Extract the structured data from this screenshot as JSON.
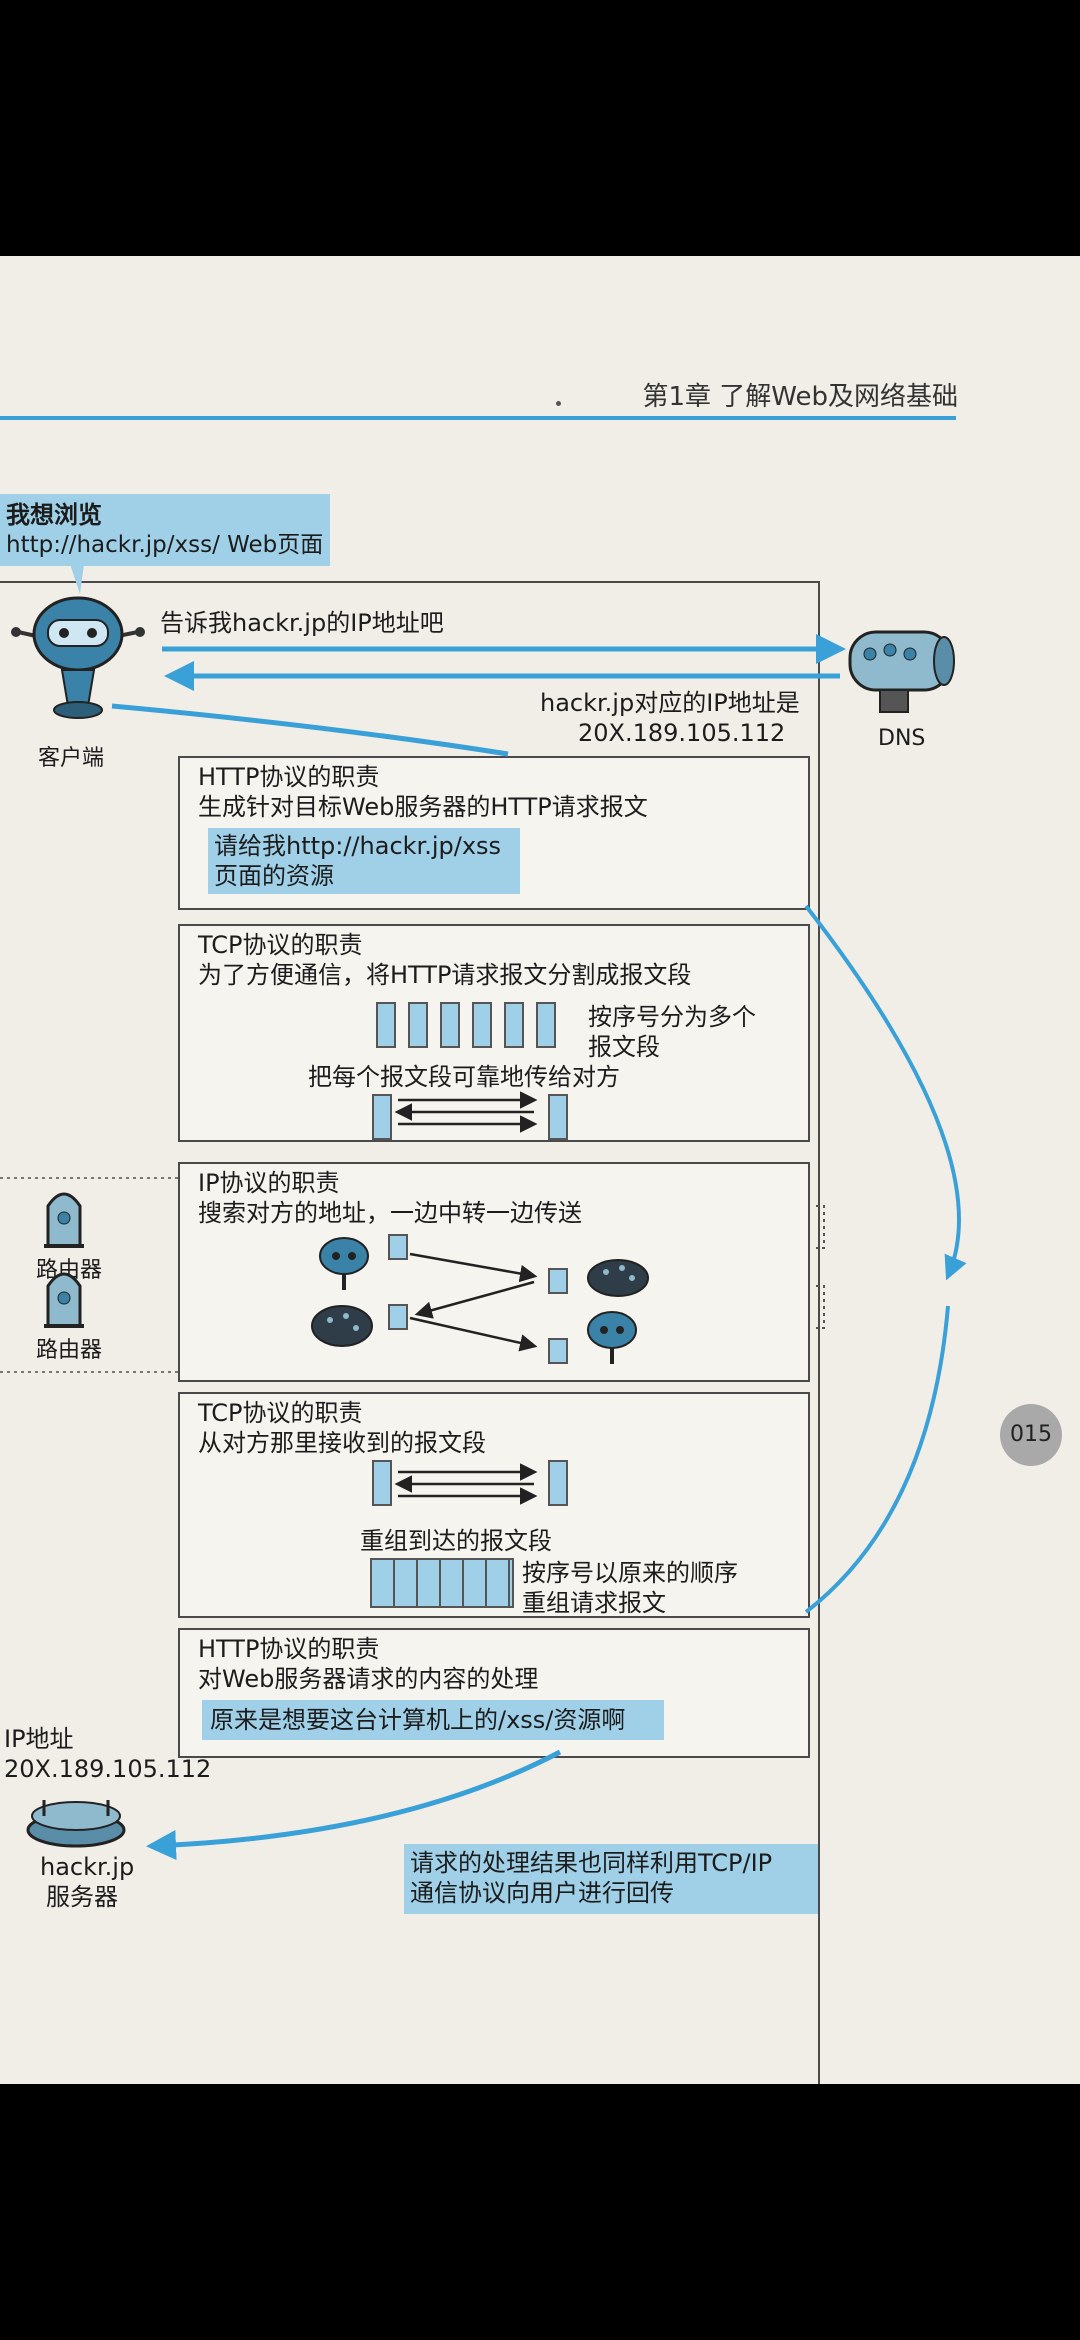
{
  "header": {
    "chapter": "第1章  了解Web及网络基础"
  },
  "page_number": "015",
  "client": {
    "speech_line1": "我想浏览",
    "speech_line2": "http://hackr.jp/xss/ Web页面",
    "label": "客户端"
  },
  "dns": {
    "request": "告诉我hackr.jp的IP地址吧",
    "response_line1": "hackr.jp对应的IP地址是",
    "response_line2": "20X.189.105.112",
    "label": "DNS"
  },
  "http_send": {
    "title": "HTTP协议的职责",
    "desc": "生成针对目标Web服务器的HTTP请求报文",
    "callout_line1": "请给我http://hackr.jp/xss",
    "callout_line2": "页面的资源"
  },
  "tcp_send": {
    "title": "TCP协议的职责",
    "desc": "为了方便通信，将HTTP请求报文分割成报文段",
    "note_line1": "按序号分为多个",
    "note_line2": "报文段",
    "note2": "把每个报文段可靠地传给对方"
  },
  "ip": {
    "title": "IP协议的职责",
    "desc": "搜索对方的地址，一边中转一边传送",
    "router1": "路由器",
    "router2": "路由器"
  },
  "tcp_recv": {
    "title": "TCP协议的职责",
    "desc": "从对方那里接收到的报文段",
    "note": "重组到达的报文段",
    "note2_line1": "按序号以原来的顺序",
    "note2_line2": "重组请求报文"
  },
  "http_recv": {
    "title": "HTTP协议的职责",
    "desc": "对Web服务器请求的内容的处理",
    "callout": "原来是想要这台计算机上的/xss/资源啊"
  },
  "server": {
    "ip_label": "IP地址",
    "ip_value": "20X.189.105.112",
    "label_line1": "hackr.jp",
    "label_line2": "服务器"
  },
  "return": {
    "line1": "请求的处理结果也同样利用TCP/IP",
    "line2": "通信协议向用户进行回传"
  },
  "colors": {
    "accent": "#3aa0d8",
    "callout": "#9fd0e8",
    "paper": "#f1eee8"
  }
}
